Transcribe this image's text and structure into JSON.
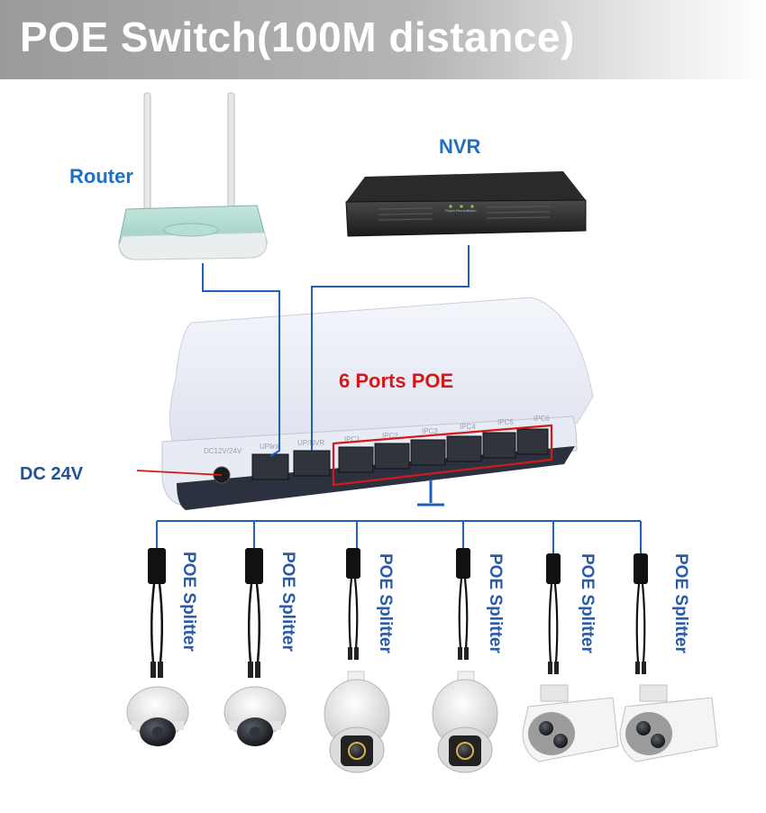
{
  "header": {
    "title": "POE Switch(100M distance)"
  },
  "devices": {
    "router_label": "Router",
    "nvr_label": "NVR",
    "switch_label": "6 Ports POE",
    "power_label": "DC 24V"
  },
  "switch_ports": {
    "power_label": "DC12V/24V",
    "uplink_label": "UPlink",
    "nvr_port_label": "UP/NVR",
    "ipc_labels": [
      "IPC1",
      "IPC2",
      "IPC3",
      "IPC4",
      "IPC5",
      "IPC6"
    ]
  },
  "nvr_buttons": [
    "Power",
    "Record",
    "Alarm"
  ],
  "splitters": [
    {
      "label": "POE Splitter"
    },
    {
      "label": "POE Splitter"
    },
    {
      "label": "POE Splitter"
    },
    {
      "label": "POE Splitter"
    },
    {
      "label": "POE Splitter"
    },
    {
      "label": "POE Splitter"
    }
  ],
  "cameras": [
    {
      "type": "dome-camera"
    },
    {
      "type": "dome-camera"
    },
    {
      "type": "speed-dome-camera"
    },
    {
      "type": "speed-dome-camera"
    },
    {
      "type": "bullet-camera"
    },
    {
      "type": "bullet-camera"
    }
  ],
  "colors": {
    "wire": "#1e5fc0",
    "highlight": "#d21a1a",
    "power_wire": "#d21a1a",
    "router_body": "#9fd3c9",
    "switch_body": "#eef1f7"
  }
}
